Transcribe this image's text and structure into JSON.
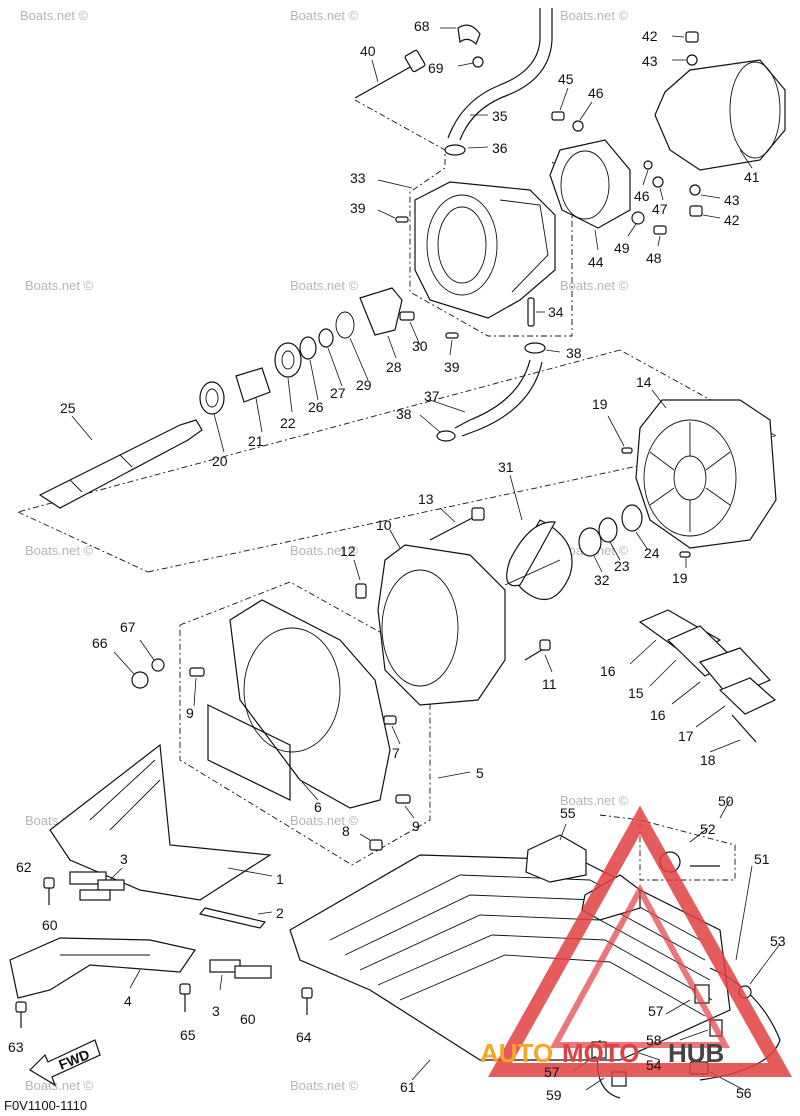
{
  "figure_code": "F0V1100-1110",
  "watermark_text": "Boats.net ©",
  "logo": {
    "part1": "AUTO",
    "part2": "MOTO",
    "part3": "HUB"
  },
  "fwd_label": "FWD",
  "callouts": {
    "c1": "1",
    "c2": "2",
    "c3a": "3",
    "c3b": "3",
    "c4": "4",
    "c5": "5",
    "c6": "6",
    "c7": "7",
    "c8": "8",
    "c9a": "9",
    "c9b": "9",
    "c10": "10",
    "c11": "11",
    "c12": "12",
    "c13": "13",
    "c14": "14",
    "c15": "15",
    "c16a": "16",
    "c16b": "16",
    "c17": "17",
    "c18": "18",
    "c19a": "19",
    "c19b": "19",
    "c20": "20",
    "c21": "21",
    "c22": "22",
    "c23": "23",
    "c24": "24",
    "c25": "25",
    "c26": "26",
    "c27": "27",
    "c28": "28",
    "c29": "29",
    "c30": "30",
    "c31": "31",
    "c32": "32",
    "c33": "33",
    "c34": "34",
    "c35": "35",
    "c36": "36",
    "c37": "37",
    "c38a": "38",
    "c38b": "38",
    "c39a": "39",
    "c39b": "39",
    "c40": "40",
    "c41": "41",
    "c42a": "42",
    "c42b": "42",
    "c43a": "43",
    "c43b": "43",
    "c44": "44",
    "c45": "45",
    "c46a": "46",
    "c46b": "46",
    "c47": "47",
    "c48": "48",
    "c49": "49",
    "c50": "50",
    "c51": "51",
    "c52": "52",
    "c53": "53",
    "c54": "54",
    "c55": "55",
    "c56": "56",
    "c57a": "57",
    "c57b": "57",
    "c58": "58",
    "c59": "59",
    "c60a": "60",
    "c60b": "60",
    "c61": "61",
    "c62": "62",
    "c63": "63",
    "c64": "64",
    "c65": "65",
    "c66": "66",
    "c67": "67",
    "c68": "68",
    "c69": "69"
  }
}
